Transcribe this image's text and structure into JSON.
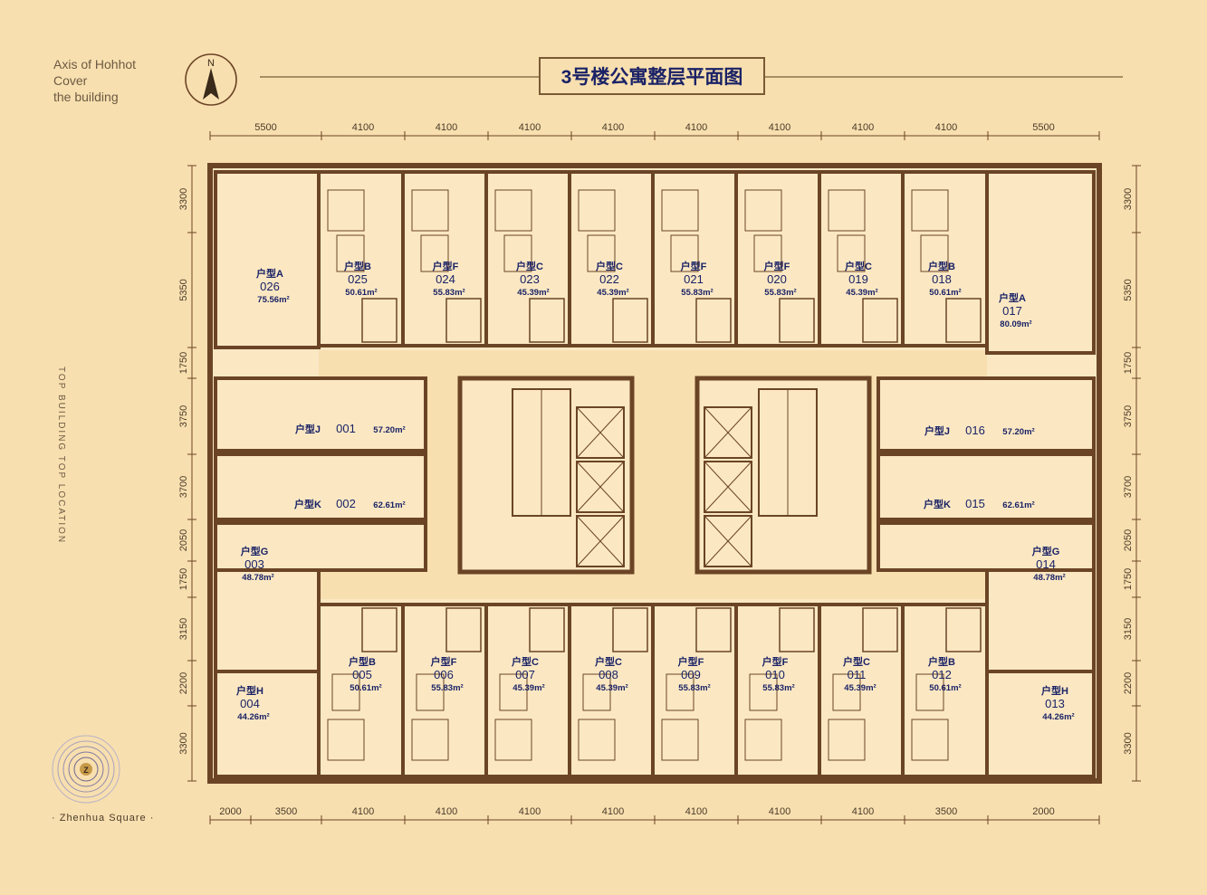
{
  "page": {
    "title": "3号楼公寓整层平面图",
    "corner_lines": [
      "Axis of Hohhot",
      "Cover",
      "the building"
    ],
    "north_label": "N",
    "vertical_caption": "TOP BUILDING TOP LOCATION",
    "brand": "· Zhenhua Square ·",
    "logo_text": "Z"
  },
  "colors": {
    "background": "#f8dfaf",
    "wall": "#6b4426",
    "room_fill": "#fbe8c3",
    "label": "#1a2266"
  },
  "dimensions": {
    "top": [
      "5500",
      "4100",
      "4100",
      "4100",
      "4100",
      "4100",
      "4100",
      "4100",
      "4100",
      "5500"
    ],
    "bottom": [
      "2000",
      "3500",
      "4100",
      "4100",
      "4100",
      "4100",
      "4100",
      "4100",
      "4100",
      "3500",
      "2000"
    ],
    "left": [
      "3300",
      "5350",
      "1750",
      "3750",
      "3700",
      "2050",
      "1750",
      "3150",
      "2200",
      "3300"
    ],
    "right": [
      "3300",
      "5350",
      "1750",
      "3750",
      "3700",
      "2050",
      "1750",
      "3150",
      "2200",
      "3300"
    ]
  },
  "units": [
    {
      "type": "户型A",
      "no": "026",
      "area": "75.56m²"
    },
    {
      "type": "户型B",
      "no": "025",
      "area": "50.61m²"
    },
    {
      "type": "户型F",
      "no": "024",
      "area": "55.83m²"
    },
    {
      "type": "户型C",
      "no": "023",
      "area": "45.39m²"
    },
    {
      "type": "户型C",
      "no": "022",
      "area": "45.39m²"
    },
    {
      "type": "户型F",
      "no": "021",
      "area": "55.83m²"
    },
    {
      "type": "户型F",
      "no": "020",
      "area": "55.83m²"
    },
    {
      "type": "户型C",
      "no": "019",
      "area": "45.39m²"
    },
    {
      "type": "户型B",
      "no": "018",
      "area": "50.61m²"
    },
    {
      "type": "户型A",
      "no": "017",
      "area": "80.09m²"
    },
    {
      "type": "户型J",
      "no": "001",
      "area": "57.20m²"
    },
    {
      "type": "户型K",
      "no": "002",
      "area": "62.61m²"
    },
    {
      "type": "户型G",
      "no": "003",
      "area": "48.78m²"
    },
    {
      "type": "户型H",
      "no": "004",
      "area": "44.26m²"
    },
    {
      "type": "户型B",
      "no": "005",
      "area": "50.61m²"
    },
    {
      "type": "户型F",
      "no": "006",
      "area": "55.83m²"
    },
    {
      "type": "户型C",
      "no": "007",
      "area": "45.39m²"
    },
    {
      "type": "户型C",
      "no": "008",
      "area": "45.39m²"
    },
    {
      "type": "户型F",
      "no": "009",
      "area": "55.83m²"
    },
    {
      "type": "户型F",
      "no": "010",
      "area": "55.83m²"
    },
    {
      "type": "户型C",
      "no": "011",
      "area": "45.39m²"
    },
    {
      "type": "户型B",
      "no": "012",
      "area": "50.61m²"
    },
    {
      "type": "户型H",
      "no": "013",
      "area": "44.26m²"
    },
    {
      "type": "户型G",
      "no": "014",
      "area": "48.78m²"
    },
    {
      "type": "户型K",
      "no": "015",
      "area": "62.61m²"
    },
    {
      "type": "户型J",
      "no": "016",
      "area": "57.20m²"
    }
  ]
}
